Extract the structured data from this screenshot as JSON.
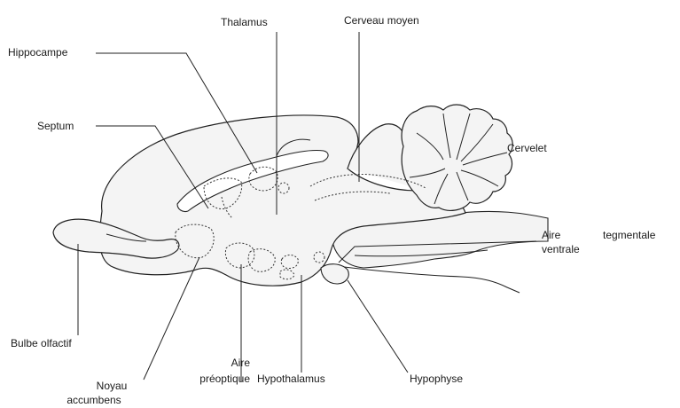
{
  "labels": {
    "thalamus": "Thalamus",
    "cerveau_moyen": "Cerveau moyen",
    "hippocampe": "Hippocampe",
    "septum": "Septum",
    "cervelet": "Cervelet",
    "aire_tegmentale_line1_a": "Aire",
    "aire_tegmentale_line1_b": "tegmentale",
    "aire_tegmentale_line2": "ventrale",
    "bulbe_olfactif": "Bulbe olfactif",
    "noyau_accumbens_line1": "Noyau",
    "noyau_accumbens_line2": "accumbens",
    "aire_preoptique_line1": "Aire",
    "aire_preoptique_line2": "préoptique",
    "hypothalamus": "Hypothalamus",
    "hypophyse": "Hypophyse"
  }
}
